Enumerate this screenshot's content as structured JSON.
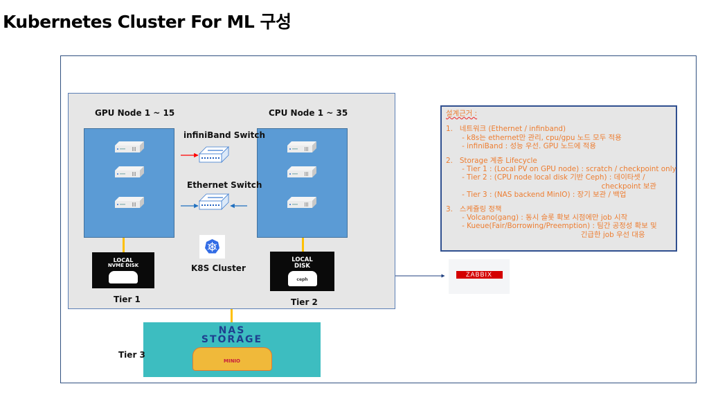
{
  "title": "Kubernetes Cluster For ML 구성",
  "cluster": {
    "gpu_label": "GPU Node 1 ~ 15",
    "cpu_label": "CPU Node 1 ~ 35",
    "infiniband_label": "infiniBand Switch",
    "ethernet_label": "Ethernet Switch",
    "k8s_label": "K8S Cluster",
    "tier1_label": "Tier 1",
    "tier2_label": "Tier 2",
    "disk1": {
      "line1": "LOCAL",
      "line2": "NVME DISK"
    },
    "disk2": {
      "line1": "LOCAL",
      "line2": "DISK",
      "logo": "ceph"
    }
  },
  "nas": {
    "line1": "NAS",
    "line2": "STORAGE",
    "logo": "MINIO",
    "tier_label": "Tier 3"
  },
  "zabbix": "ZABBIX",
  "notes": {
    "heading": "설계근거 :",
    "lines": [
      "1.   네트워크 (Ethernet / infinband)",
      "       - k8s는 ethernet만 관리, cpu/gpu 노드 모두 적용",
      "       - infiniBand : 성능 우선. GPU 노드에 적용",
      "",
      "2.   Storage 계층 Lifecycle",
      "       - Tier 1 : (Local PV on GPU node) : scratch / checkpoint only",
      "       - Tier 2 : (CPU node local disk 기반 Ceph) : 데이타셋 /",
      "                                                                    checkpoint 보관",
      "       - Tier 3 : (NAS backend MinIO) : 장기 보관 / 백업",
      "",
      "3.   스케쥴링 정책",
      "       - Volcano(gang) : 동시 슬롯 확보 시점에만 job 시작",
      "       - Kueue(Fair/Borrowing/Preemption) : 팀간 공정성 확보 및",
      "                                                           긴급한 job 우선 대응"
    ]
  },
  "colors": {
    "node": "#5b9bd5",
    "connector": "#ffc000",
    "notes_text": "#ed7d31",
    "infiniband_arrow": "#ff0000",
    "ethernet_arrow": "#1f6fbf",
    "nas_bg": "#3dbdc0",
    "zabbix": "#d40000"
  }
}
